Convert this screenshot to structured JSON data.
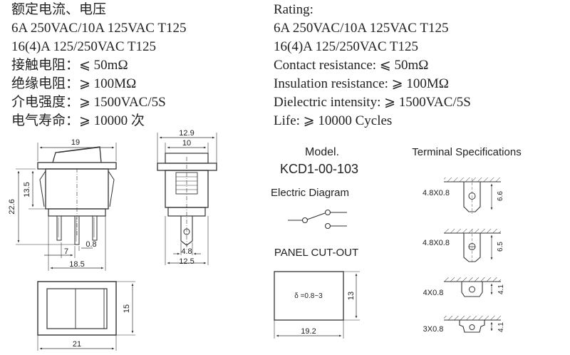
{
  "specs_cn": [
    "额定电流、电压",
    "6A 250VAC/10A 125VAC T125",
    "16(4)A 125/250VAC T125",
    "接触电阻：⩽ 50mΩ",
    "绝缘电阻：⩾ 100MΩ",
    "介电强度：⩾ 1500VAC/5S",
    "电气寿命：⩾ 10000 次"
  ],
  "specs_en": [
    "Rating:",
    "6A 250VAC/10A 125VAC T125",
    "16(4)A 125/250VAC T125",
    "Contact resistance: ⩽ 50mΩ",
    "Insulation resistance: ⩾ 100MΩ",
    "Dielectric intensity: ⩾ 1500VAC/5S",
    "Life: ⩾ 10000 Cycles"
  ],
  "front_view": {
    "width": "19",
    "body_height": "13.5",
    "total_height": "22.6",
    "pin_gap": "7",
    "pin_width": "0.8",
    "base_width": "18.5"
  },
  "side_view": {
    "top_width": "12.9",
    "inner_width": "10",
    "pin_width": "4.8",
    "base_width": "12.5"
  },
  "bottom_view": {
    "width": "21",
    "height": "15"
  },
  "model": {
    "label": "Model.",
    "number": "KCD1-00-103"
  },
  "electric_diagram": {
    "title": "Electric Diagram"
  },
  "panel_cutout": {
    "title": "PANEL CUT-OUT",
    "thickness": "δ =0.8~3",
    "width": "19.2",
    "height": "13"
  },
  "terminals": {
    "title": "Terminal Specifications",
    "items": [
      {
        "size": "4.8X0.8",
        "dim": "6.6"
      },
      {
        "size": "4.8X0.8",
        "dim": "6.5"
      },
      {
        "size": "4X0.8",
        "dim": "4.1"
      },
      {
        "size": "3X0.8",
        "dim": "4.1"
      }
    ]
  }
}
